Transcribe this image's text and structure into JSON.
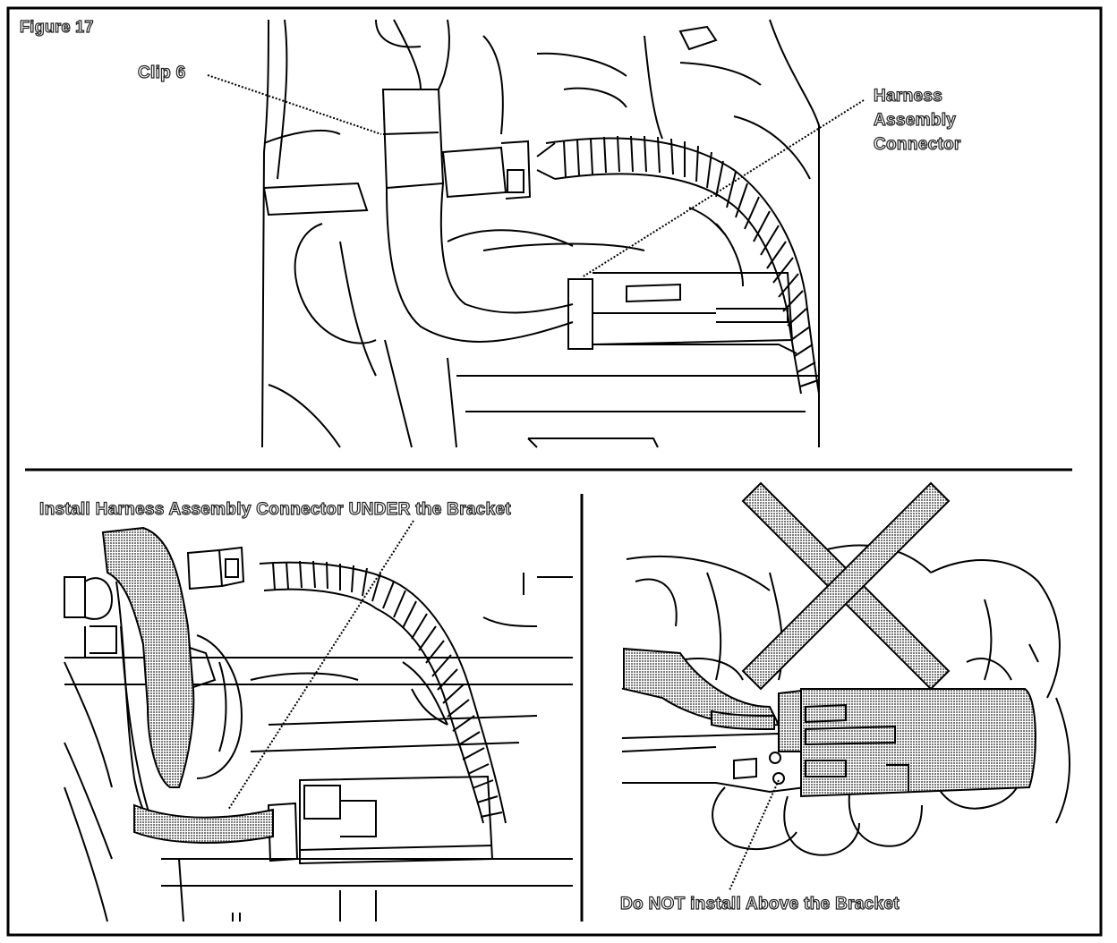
{
  "figure": {
    "label": "Figure 17"
  },
  "callouts": {
    "clip": "Clip 6",
    "harness_line1": "Harness",
    "harness_line2": "Assembly",
    "harness_line3": "Connector",
    "install_under": "Install Harness Assembly Connector UNDER the Bracket",
    "do_not_install": "Do NOT install Above the Bracket"
  },
  "icons": {
    "wrong_mark": "x-mark-icon"
  },
  "colors": {
    "line": "#000000",
    "shade": "#a8a8a8",
    "background": "#ffffff"
  }
}
